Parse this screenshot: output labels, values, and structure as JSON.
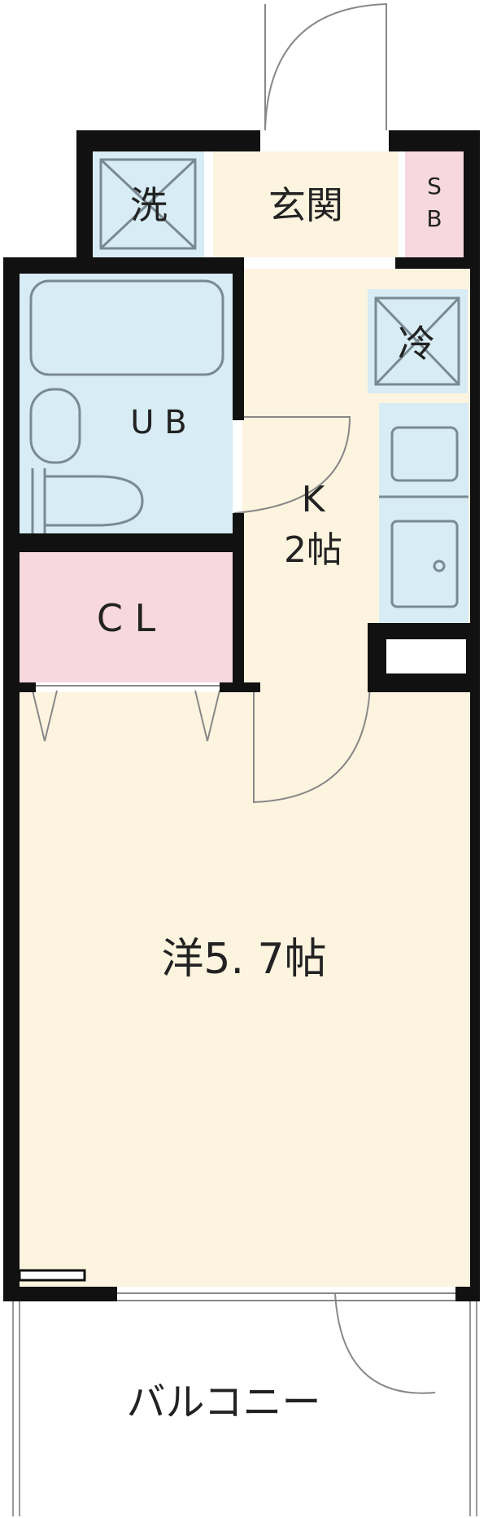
{
  "rooms": {
    "washer": "洗",
    "entrance": "玄関",
    "shoe_box": [
      "S",
      "B"
    ],
    "fridge": "冷",
    "bath": "U B",
    "kitchen": [
      "K",
      "2帖"
    ],
    "closet": "C L",
    "western_room": "洋5. 7帖",
    "balcony": "バルコニー"
  },
  "colors": {
    "wall": "#111111",
    "floor": "#fdf4e0",
    "wet_area": "#d7ecf4",
    "storage": "#f7d8df",
    "fixture_stroke": "#7a8a92"
  }
}
